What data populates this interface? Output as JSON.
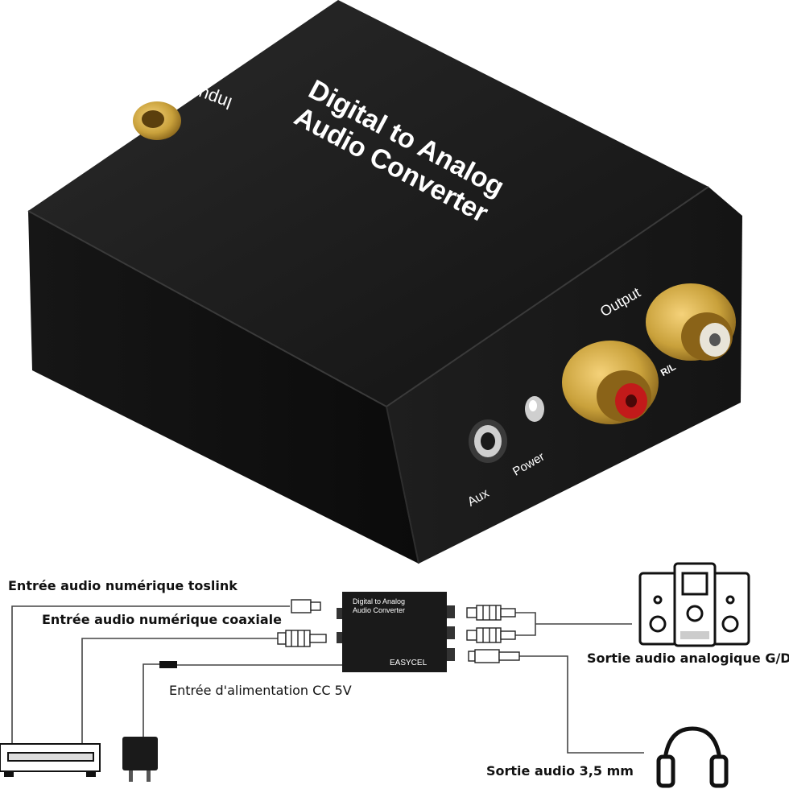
{
  "device": {
    "title_line1": "Digital to Analog",
    "title_line2": "Audio Converter",
    "input_label": "Input",
    "output_label": "Output",
    "rl_label": "R/L",
    "aux_label": "Aux",
    "power_label": "Power"
  },
  "mini_device": {
    "title_line1": "Digital to Analog",
    "title_line2": "Audio Converter",
    "brand": "EASYCEL"
  },
  "diagram": {
    "toslink_label": "Entrée audio numérique toslink",
    "coaxial_label": "Entrée audio numérique coaxiale",
    "power_label": "Entrée d'alimentation CC 5V",
    "analog_label": "Sortie audio analogique G/D",
    "jack_label": "Sortie audio 3,5 mm"
  },
  "colors": {
    "device_body": "#1c1c1c",
    "gold": "#c9a13b",
    "red_rca": "#c21a1a",
    "line": "#444444"
  }
}
